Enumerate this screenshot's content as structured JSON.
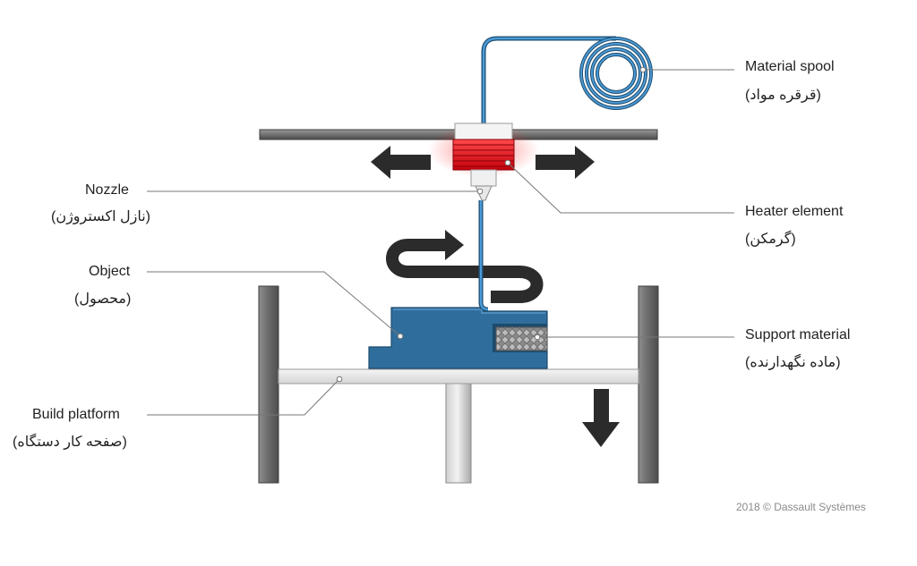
{
  "labels": {
    "material_spool": {
      "en": "Material spool",
      "fa": "(قرقره مواد)"
    },
    "heater_element": {
      "en": "Heater element",
      "fa": "(گرمکن)"
    },
    "support_material": {
      "en": "Support material",
      "fa": "(ماده نگهدارنده)"
    },
    "nozzle": {
      "en": "Nozzle",
      "fa": "(نازل اکستروژن)"
    },
    "object": {
      "en": "Object",
      "fa": "(محصول)"
    },
    "build_platform": {
      "en": "Build platform",
      "fa": "(صفحه کار دستگاه)"
    }
  },
  "copyright": "2018 © Dassault Systèmes",
  "colors": {
    "filament": "#2e7fbf",
    "object": "#2f6e9c",
    "heater": "#e0141e",
    "frame": "#6e6e6e",
    "arrow": "#2b2b2b",
    "leader": "#777777"
  }
}
